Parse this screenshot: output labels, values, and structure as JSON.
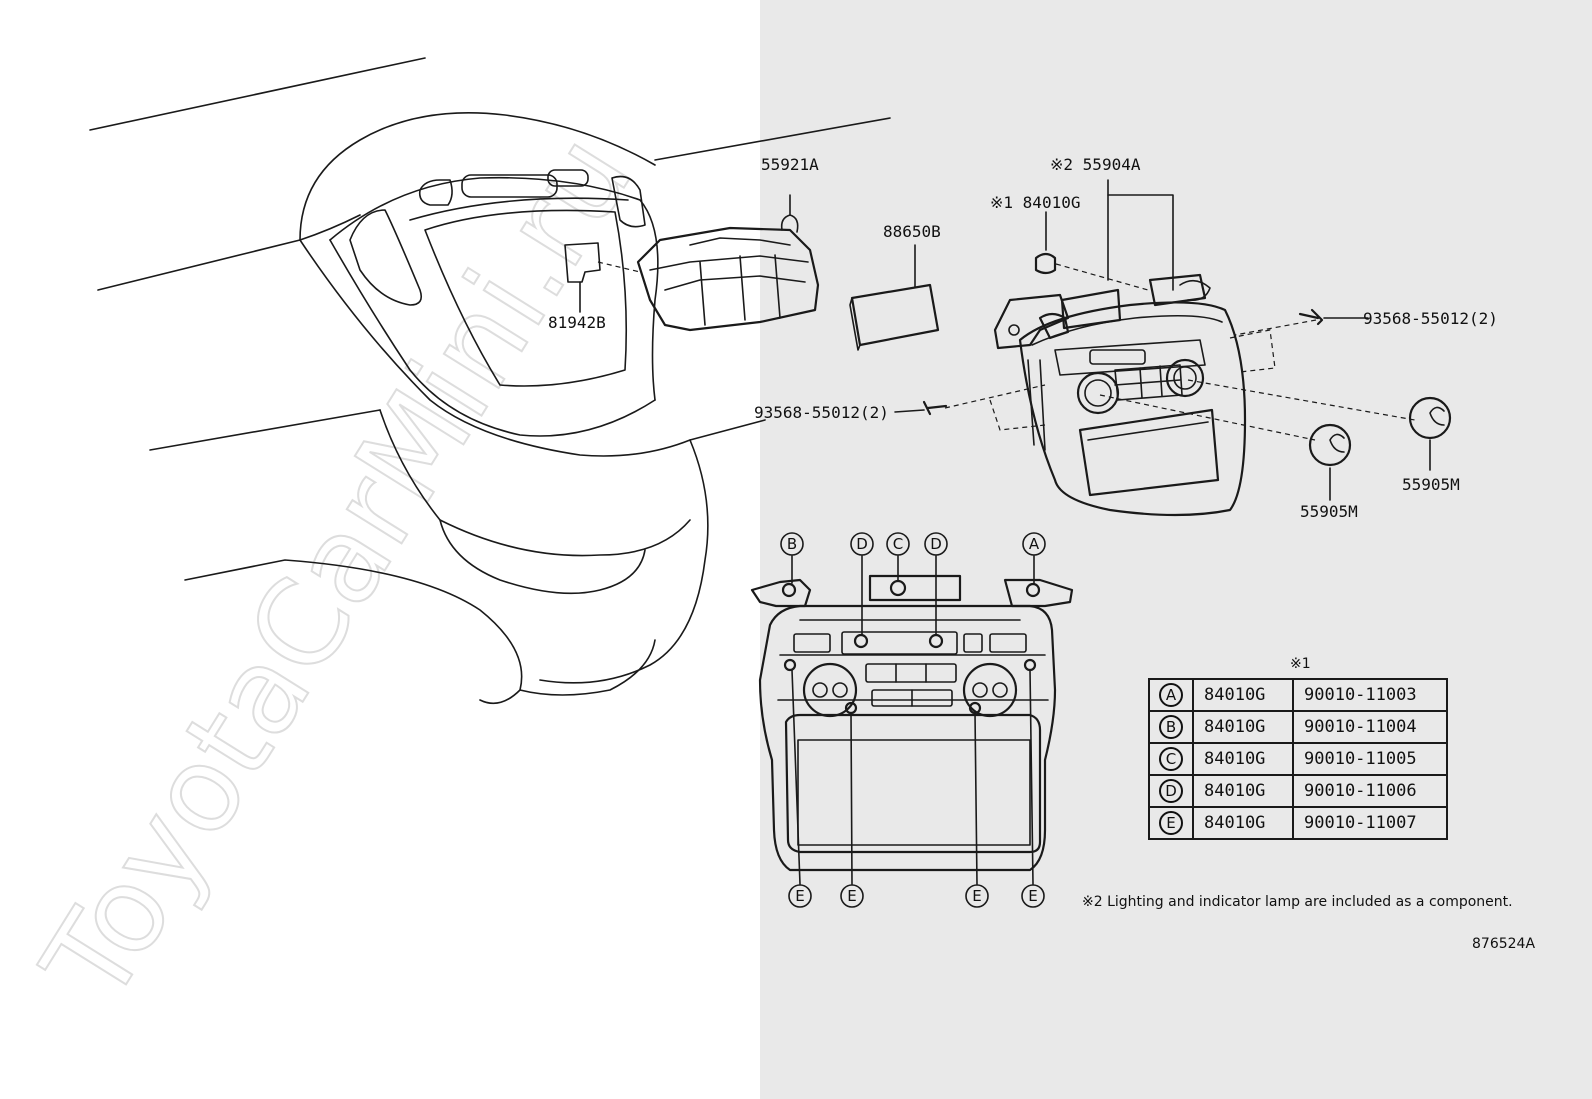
{
  "watermark": "ToyotaCarMini.ru",
  "labels": {
    "p55921A": "55921A",
    "p88650B": "88650B",
    "p81942B": "81942B",
    "p55904A": "※2 55904A",
    "p84010G": "※1 84010G",
    "p93568_right": "93568-55012(2)",
    "p93568_left": "93568-55012(2)",
    "p55905M_a": "55905M",
    "p55905M_b": "55905M"
  },
  "letters": {
    "A": "A",
    "B": "B",
    "C": "C",
    "D": "D",
    "E": "E"
  },
  "table": {
    "mark": "※1",
    "rows": [
      {
        "letter": "A",
        "part": "84010G",
        "number": "90010-11003"
      },
      {
        "letter": "B",
        "part": "84010G",
        "number": "90010-11004"
      },
      {
        "letter": "C",
        "part": "84010G",
        "number": "90010-11005"
      },
      {
        "letter": "D",
        "part": "84010G",
        "number": "90010-11006"
      },
      {
        "letter": "E",
        "part": "84010G",
        "number": "90010-11007"
      }
    ]
  },
  "footnote": "※2 Lighting and indicator lamp are included as a component.",
  "diagram_id": "876524A"
}
